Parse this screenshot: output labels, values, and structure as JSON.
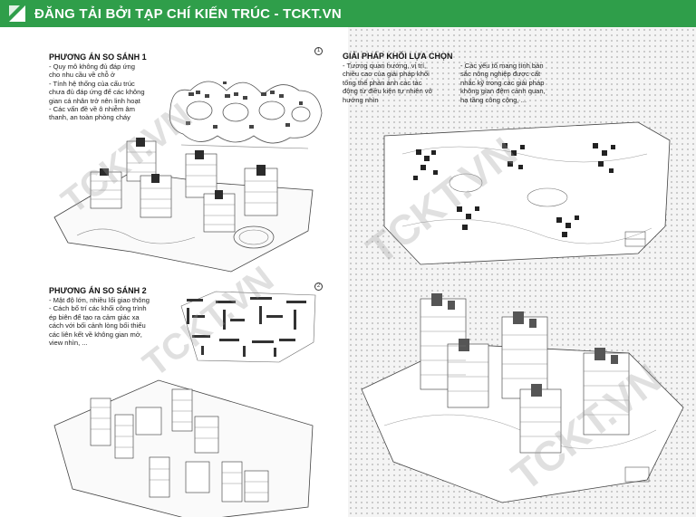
{
  "banner": {
    "title": "ĐĂNG TẢI BỞI TẠP CHÍ KIẾN TRÚC - TCKT.VN",
    "color": "#2f9e4a"
  },
  "left": {
    "option1": {
      "title": "PHƯƠNG ÁN SO SÁNH 1",
      "lines": [
        "- Quy mô không đủ đáp ứng",
        "cho nhu cầu về chỗ ở",
        "- Tính hệ thống của cấu trúc",
        "chưa đủ đáp ứng để các không",
        "gian cá nhân trở nên linh hoạt",
        "- Các vấn đề về ô nhiễm âm",
        "thanh, an toàn phòng cháy"
      ],
      "badge": "1"
    },
    "option2": {
      "title": "PHƯƠNG ÁN SO SÁNH 2",
      "lines": [
        "- Mật độ lớn, nhiều lối giao thông",
        "- Cách bố trí các khối công trình",
        "ép biên để tạo ra cảm giác xa",
        "cách với bối cảnh lòng bối thiếu",
        "các liên kết về không gian mở,",
        "view nhìn, ..."
      ],
      "badge": "2"
    }
  },
  "right": {
    "title": "GIẢI PHÁP KHỐI LỰA CHỌN",
    "col1": [
      "- Tương quan hướng, vị trí,",
      "chiều cao của giải pháp khối",
      "tổng thể phản ánh các tác",
      "động từ điều kiện tự nhiên vô",
      "hướng nhìn"
    ],
    "col2": [
      "- Các yếu tố mang tính bản",
      "sắc nông nghiệp được cất",
      "nhắc kỹ trong các giải pháp",
      "không gian đệm cảnh quan,",
      "hạ tầng công cộng, ..."
    ]
  },
  "watermark": "TCKT.VN"
}
